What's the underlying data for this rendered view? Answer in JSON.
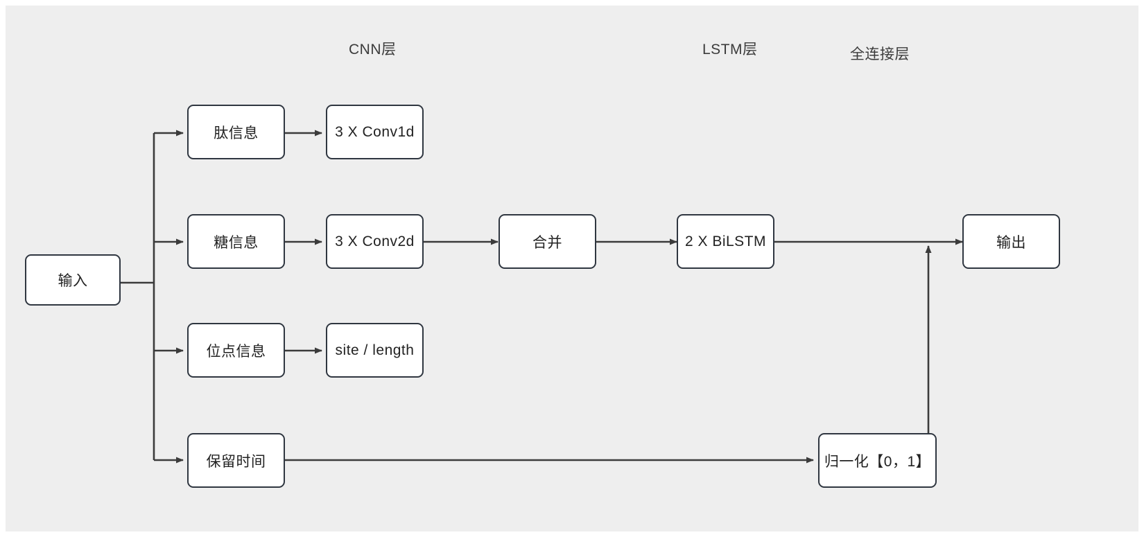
{
  "diagram": {
    "title": "Neural network architecture flowchart",
    "background_color": "#eeeeee",
    "node_border_color": "#2f3640",
    "node_fill_color": "#ffffff",
    "edge_color": "#3b3b3b",
    "lane_labels": [
      {
        "id": "cnn",
        "text": "CNN层"
      },
      {
        "id": "lstm",
        "text": "LSTM层"
      },
      {
        "id": "fc",
        "text": "全连接层"
      }
    ],
    "nodes": [
      {
        "id": "input",
        "text": "输入"
      },
      {
        "id": "peptide-info",
        "text": "肽信息"
      },
      {
        "id": "conv1d",
        "text": "3 X Conv1d"
      },
      {
        "id": "glycan-info",
        "text": "糖信息"
      },
      {
        "id": "conv2d",
        "text": "3 X Conv2d"
      },
      {
        "id": "merge",
        "text": "合并"
      },
      {
        "id": "bilstm",
        "text": "2 X BiLSTM"
      },
      {
        "id": "site-info",
        "text": "位点信息"
      },
      {
        "id": "site-length",
        "text": "site / length"
      },
      {
        "id": "retention-time",
        "text": "保留时间"
      },
      {
        "id": "normalize",
        "text": "归一化【0，1】"
      },
      {
        "id": "output",
        "text": "输出"
      }
    ],
    "edges": [
      {
        "from": "input",
        "to": "peptide-info"
      },
      {
        "from": "input",
        "to": "glycan-info"
      },
      {
        "from": "input",
        "to": "site-info"
      },
      {
        "from": "input",
        "to": "retention-time"
      },
      {
        "from": "peptide-info",
        "to": "conv1d"
      },
      {
        "from": "glycan-info",
        "to": "conv2d"
      },
      {
        "from": "site-info",
        "to": "site-length"
      },
      {
        "from": "conv2d",
        "to": "merge"
      },
      {
        "from": "merge",
        "to": "bilstm"
      },
      {
        "from": "bilstm",
        "to": "output"
      },
      {
        "from": "retention-time",
        "to": "normalize"
      },
      {
        "from": "normalize",
        "to": "output"
      }
    ]
  }
}
